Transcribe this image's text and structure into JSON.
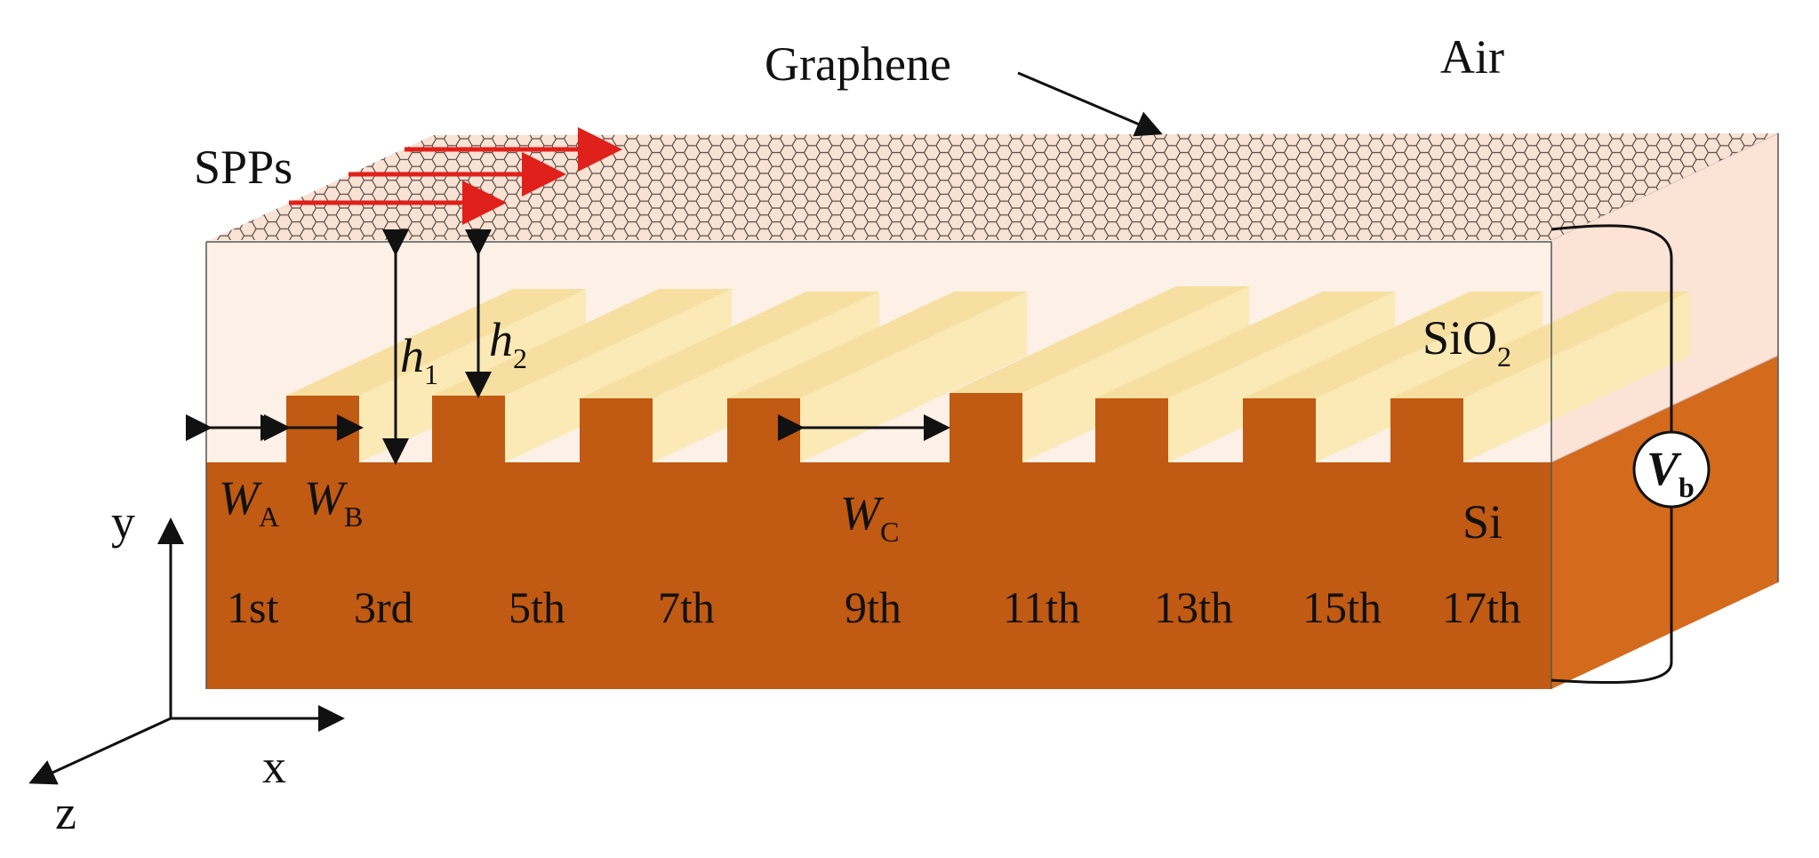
{
  "diagram": {
    "labels": {
      "graphene": "Graphene",
      "air": "Air",
      "spps": "SPPs",
      "sio2_main": "SiO",
      "sio2_sub": "2",
      "si": "Si",
      "h1_main": "h",
      "h1_sub": "1",
      "h2_main": "h",
      "h2_sub": "2",
      "wa_main": "W",
      "wa_sub": "A",
      "wb_main": "W",
      "wb_sub": "B",
      "wc_main": "W",
      "wc_sub": "C",
      "vb_main": "V",
      "vb_sub": "b"
    },
    "axes": {
      "y": "y",
      "x": "x",
      "z": "z"
    },
    "orders": [
      "1st",
      "3rd",
      "5th",
      "7th",
      "9th",
      "11th",
      "13th",
      "15th",
      "17th"
    ],
    "colors": {
      "silicon": "#c15a12",
      "silicon_side": "#d46a1c",
      "grating_top": "#f6dfa0",
      "grating_face": "#fbe9b6",
      "oxide": "#fdf0e6",
      "graphene": "#f7e2d4",
      "hex_stroke": "#5a4a44",
      "spp_arrow": "#e0201a"
    }
  }
}
